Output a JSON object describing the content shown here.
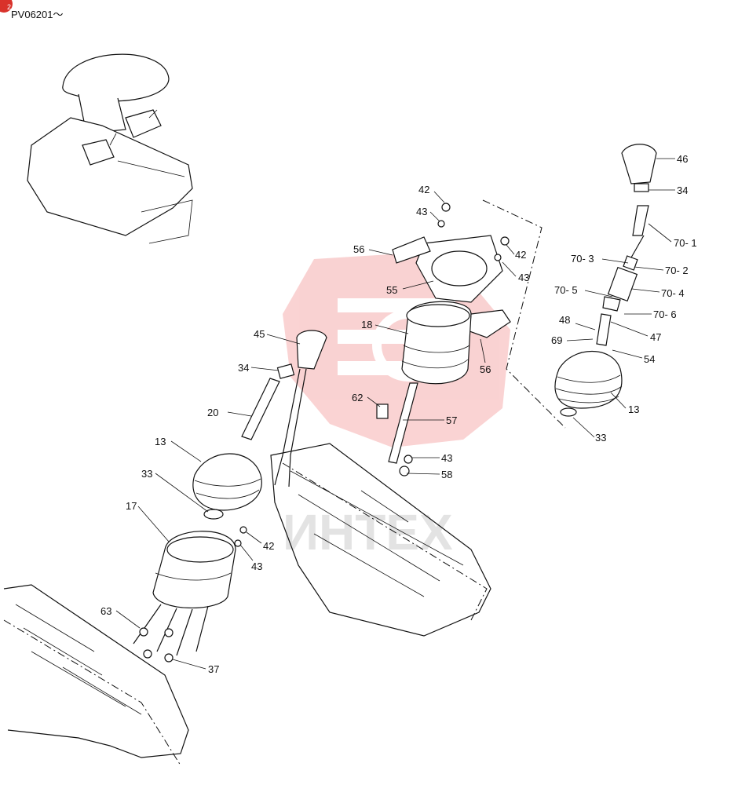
{
  "header": {
    "serial": "PV06201～",
    "badge": "2"
  },
  "watermark": {
    "text": "ИНТЕХ",
    "color": "#f08080"
  },
  "callouts": [
    {
      "label": "46"
    },
    {
      "label": "34"
    },
    {
      "label": "70- 1"
    },
    {
      "label": "70- 3"
    },
    {
      "label": "70- 2"
    },
    {
      "label": "70- 5"
    },
    {
      "label": "70- 4"
    },
    {
      "label": "70- 6"
    },
    {
      "label": "48"
    },
    {
      "label": "47"
    },
    {
      "label": "69"
    },
    {
      "label": "54"
    },
    {
      "label": "13"
    },
    {
      "label": "33"
    },
    {
      "label": "42"
    },
    {
      "label": "43"
    },
    {
      "label": "56"
    },
    {
      "label": "42"
    },
    {
      "label": "43"
    },
    {
      "label": "55"
    },
    {
      "label": "18"
    },
    {
      "label": "56"
    },
    {
      "label": "45"
    },
    {
      "label": "34"
    },
    {
      "label": "20"
    },
    {
      "label": "62"
    },
    {
      "label": "57"
    },
    {
      "label": "43"
    },
    {
      "label": "58"
    },
    {
      "label": "13"
    },
    {
      "label": "33"
    },
    {
      "label": "17"
    },
    {
      "label": "42"
    },
    {
      "label": "43"
    },
    {
      "label": "63"
    },
    {
      "label": "37"
    }
  ]
}
